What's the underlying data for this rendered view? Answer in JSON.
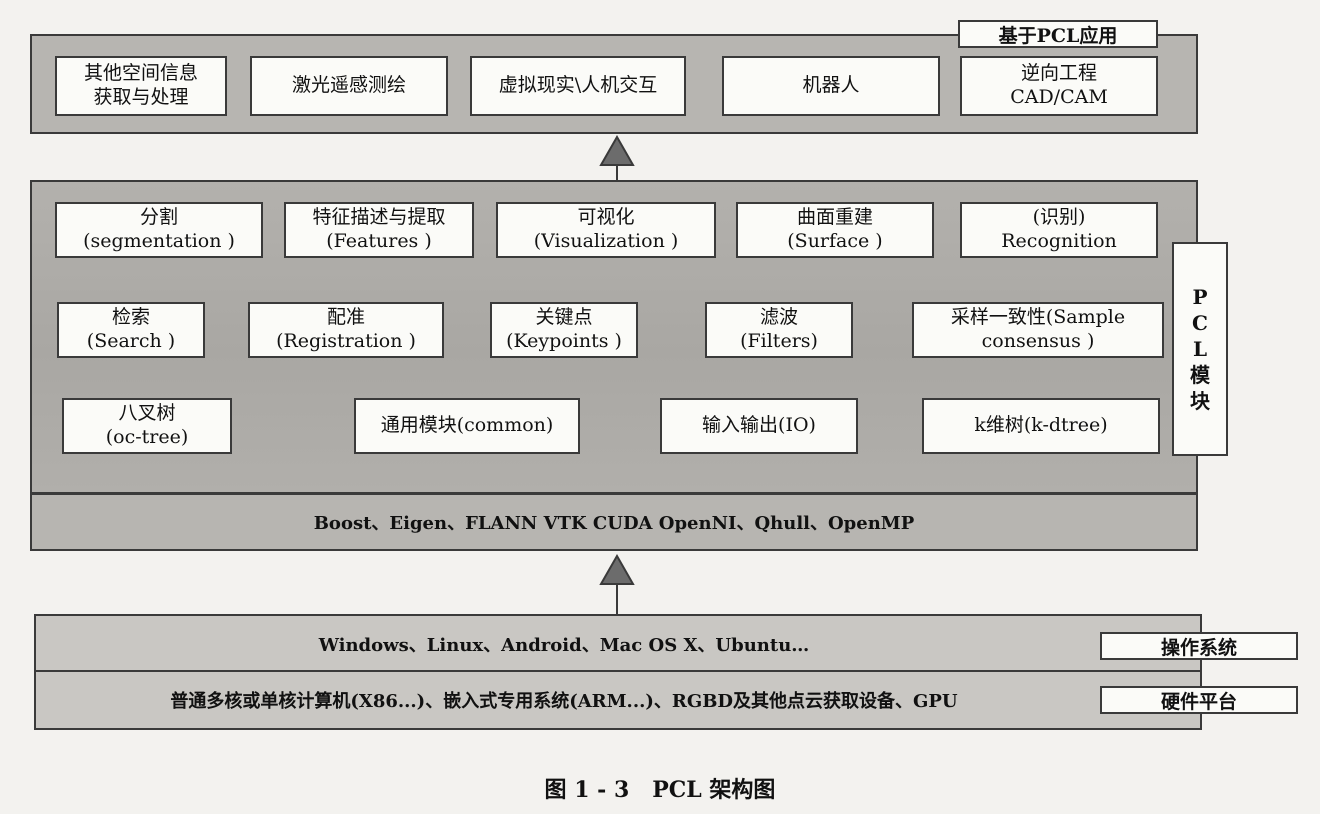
{
  "app_layer": {
    "label": "基于PCL应用",
    "items": [
      {
        "lines": [
          "其他空间信息",
          "获取与处理"
        ]
      },
      {
        "lines": [
          "激光遥感测绘"
        ]
      },
      {
        "lines": [
          "虚拟现实\\人机交互"
        ]
      },
      {
        "lines": [
          "机器人"
        ]
      },
      {
        "lines": [
          "逆向工程",
          "CAD/CAM"
        ]
      }
    ]
  },
  "pcl_modules": {
    "side_label": [
      "P",
      "C",
      "L",
      "模",
      "块"
    ],
    "row1": [
      {
        "lines": [
          "分割",
          "(segmentation )"
        ]
      },
      {
        "lines": [
          "特征描述与提取",
          "(Features )"
        ]
      },
      {
        "lines": [
          "可视化",
          "(Visualization )"
        ]
      },
      {
        "lines": [
          "曲面重建",
          "(Surface )"
        ]
      },
      {
        "lines": [
          "(识别)",
          "Recognition"
        ]
      }
    ],
    "row2": [
      {
        "lines": [
          "检索",
          "(Search )"
        ]
      },
      {
        "lines": [
          "配准",
          "(Registration )"
        ]
      },
      {
        "lines": [
          "关键点",
          "(Keypoints )"
        ]
      },
      {
        "lines": [
          "滤波",
          "(Filters)"
        ]
      },
      {
        "lines": [
          "采样一致性(Sample",
          "consensus )"
        ]
      }
    ],
    "row3": [
      {
        "lines": [
          "八叉树",
          "(oc-tree)"
        ]
      },
      {
        "lines": [
          "通用模块(common)"
        ]
      },
      {
        "lines": [
          "输入输出(IO)"
        ]
      },
      {
        "lines": [
          "k维树(k-dtree)"
        ]
      }
    ]
  },
  "dependencies": {
    "text": "Boost、Eigen、FLANN VTK CUDA OpenNI、Qhull、OpenMP"
  },
  "platform": {
    "os_text": "Windows、Linux、Android、Mac OS X、Ubuntu…",
    "os_label": "操作系统",
    "hw_text": "普通多核或单核计算机(X86...)、嵌入式专用系统(ARM...)、RGBD及其他点云获取设备、GPU",
    "hw_label": "硬件平台"
  },
  "caption": "图 1 - 3   PCL 架构图",
  "colors": {
    "panel": "#b7b5b1",
    "arrow": "#6c6c6c",
    "border": "#3a3a3a"
  }
}
